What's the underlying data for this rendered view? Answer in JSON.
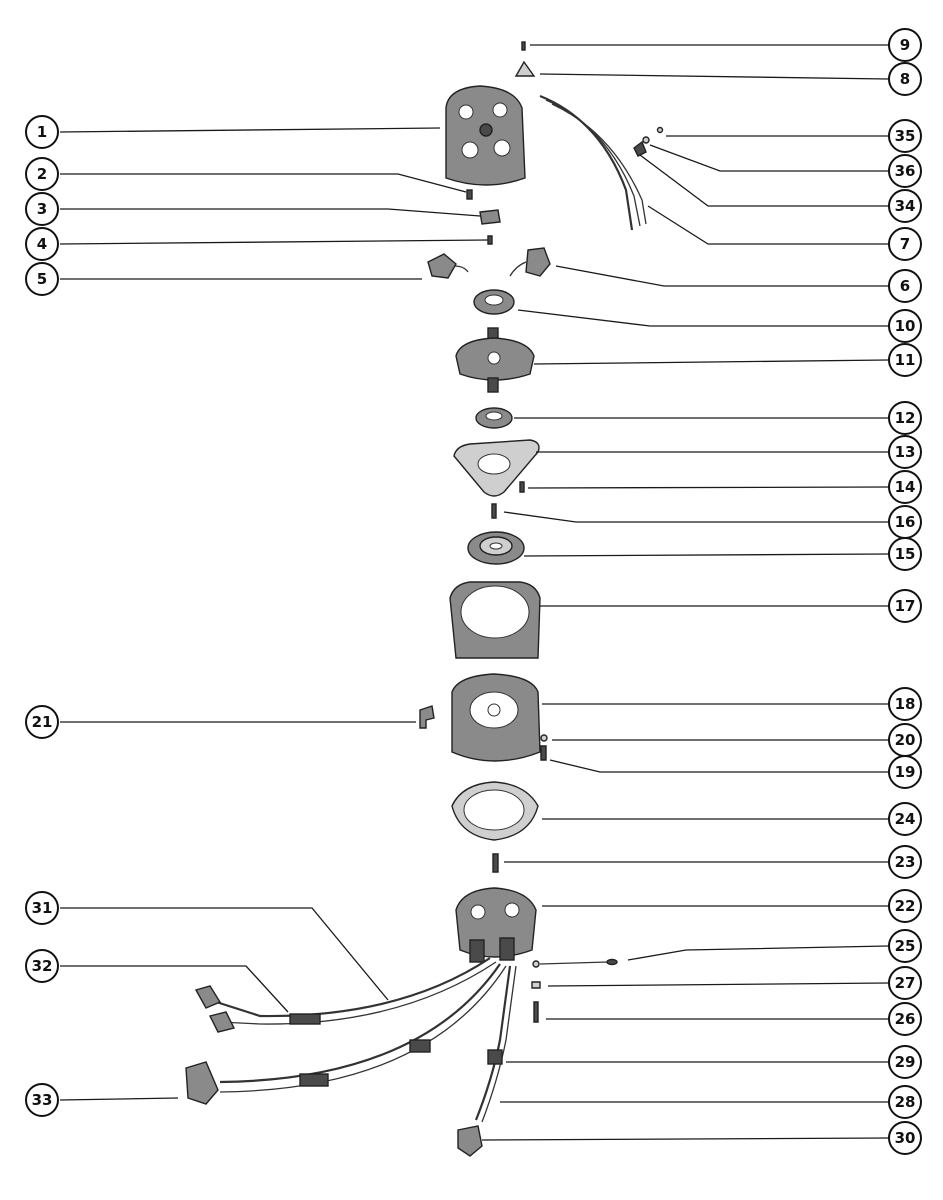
{
  "callouts": [
    {
      "id": "1",
      "label": "1"
    },
    {
      "id": "2",
      "label": "2"
    },
    {
      "id": "3",
      "label": "3"
    },
    {
      "id": "4",
      "label": "4"
    },
    {
      "id": "5",
      "label": "5"
    },
    {
      "id": "6",
      "label": "6"
    },
    {
      "id": "7",
      "label": "7"
    },
    {
      "id": "8",
      "label": "8"
    },
    {
      "id": "9",
      "label": "9"
    },
    {
      "id": "10",
      "label": "10"
    },
    {
      "id": "11",
      "label": "11"
    },
    {
      "id": "12",
      "label": "12"
    },
    {
      "id": "13",
      "label": "13"
    },
    {
      "id": "14",
      "label": "14"
    },
    {
      "id": "15",
      "label": "15"
    },
    {
      "id": "16",
      "label": "16"
    },
    {
      "id": "17",
      "label": "17"
    },
    {
      "id": "18",
      "label": "18"
    },
    {
      "id": "19",
      "label": "19"
    },
    {
      "id": "20",
      "label": "20"
    },
    {
      "id": "21",
      "label": "21"
    },
    {
      "id": "22",
      "label": "22"
    },
    {
      "id": "23",
      "label": "23"
    },
    {
      "id": "24",
      "label": "24"
    },
    {
      "id": "25",
      "label": "25"
    },
    {
      "id": "26",
      "label": "26"
    },
    {
      "id": "27",
      "label": "27"
    },
    {
      "id": "28",
      "label": "28"
    },
    {
      "id": "29",
      "label": "29"
    },
    {
      "id": "30",
      "label": "30"
    },
    {
      "id": "31",
      "label": "31"
    },
    {
      "id": "32",
      "label": "32"
    },
    {
      "id": "33",
      "label": "33"
    },
    {
      "id": "34",
      "label": "34"
    },
    {
      "id": "35",
      "label": "35"
    },
    {
      "id": "36",
      "label": "36"
    }
  ]
}
